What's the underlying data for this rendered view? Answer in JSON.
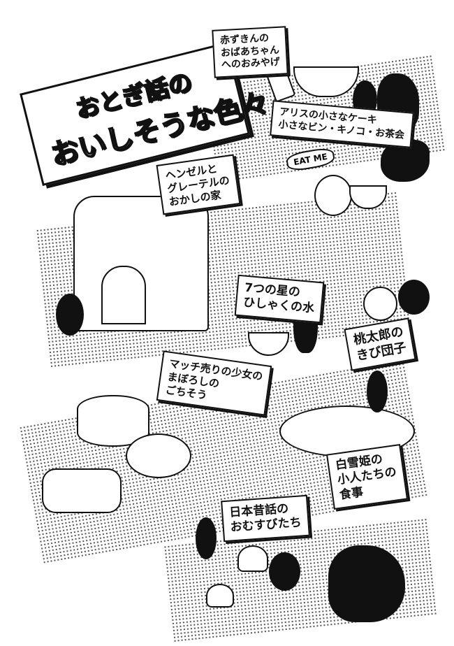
{
  "title": {
    "line1": "おとぎ話の",
    "line2": "おいしそうな色々"
  },
  "sections": [
    {
      "id": "red-riding-hood",
      "lines": [
        "赤ずきんの",
        "おばあちゃん",
        "へのおみやげ"
      ]
    },
    {
      "id": "alice",
      "lines": [
        "アリスの小さなケーキ",
        "小さなビン・キノコ・お茶会"
      ]
    },
    {
      "id": "hansel-gretel",
      "lines": [
        "ヘンゼルと",
        "グレーテルの",
        "おかしの家"
      ]
    },
    {
      "id": "seven-stars",
      "lines": [
        "7つの星の",
        "ひしゃくの水"
      ]
    },
    {
      "id": "momotaro",
      "lines": [
        "桃太郎の",
        "きび団子"
      ]
    },
    {
      "id": "match-girl",
      "lines": [
        "マッチ売りの少女の",
        "まぼろしの",
        "ごちそう"
      ]
    },
    {
      "id": "snow-white",
      "lines": [
        "白雪姫の",
        "小人たちの",
        "食事"
      ]
    },
    {
      "id": "japanese-tales",
      "lines": [
        "日本昔話の",
        "おむすびたち"
      ]
    }
  ],
  "eat_me_tag": "EAT ME"
}
